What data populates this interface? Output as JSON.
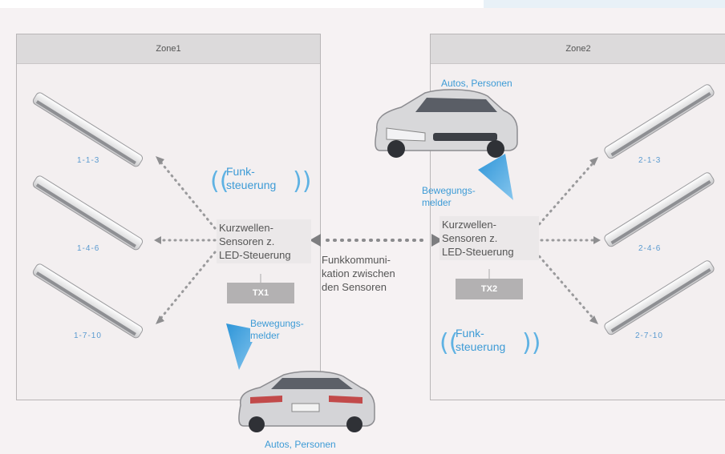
{
  "zone1": {
    "title": "Zone1",
    "lamp_labels": [
      "1-1-3",
      "1-4-6",
      "1-7-10"
    ],
    "sensor_text": [
      "Kurzwellen-",
      "Sensoren z.",
      "LED-Steuerung"
    ],
    "tx_label": "TX1",
    "funk_lines": [
      "Funk-",
      "steuerung"
    ],
    "motion_lines": [
      "Bewegungs-",
      "melder"
    ],
    "car_label": "Autos, Personen"
  },
  "zone2": {
    "title": "Zone2",
    "lamp_labels": [
      "2-1-3",
      "2-4-6",
      "2-7-10"
    ],
    "sensor_text": [
      "Kurzwellen-",
      "Sensoren z.",
      "LED-Steuerung"
    ],
    "tx_label": "TX2",
    "funk_lines": [
      "Funk-",
      "steuerung"
    ],
    "motion_lines": [
      "Bewegungs-",
      "melder"
    ],
    "car_label": "Autos, Personen"
  },
  "link_lines": [
    "Funkkommuni-",
    "kation zwischen",
    "den Sensoren"
  ],
  "colors": {
    "accent": "#3d9bd6",
    "zone_header": "#dcdadb",
    "tx_box": "#b3b1b2"
  },
  "icons": [
    "led-lamp-icon",
    "car-icon",
    "motion-cone-icon",
    "radio-wave-icon",
    "dotted-arrow-icon"
  ]
}
